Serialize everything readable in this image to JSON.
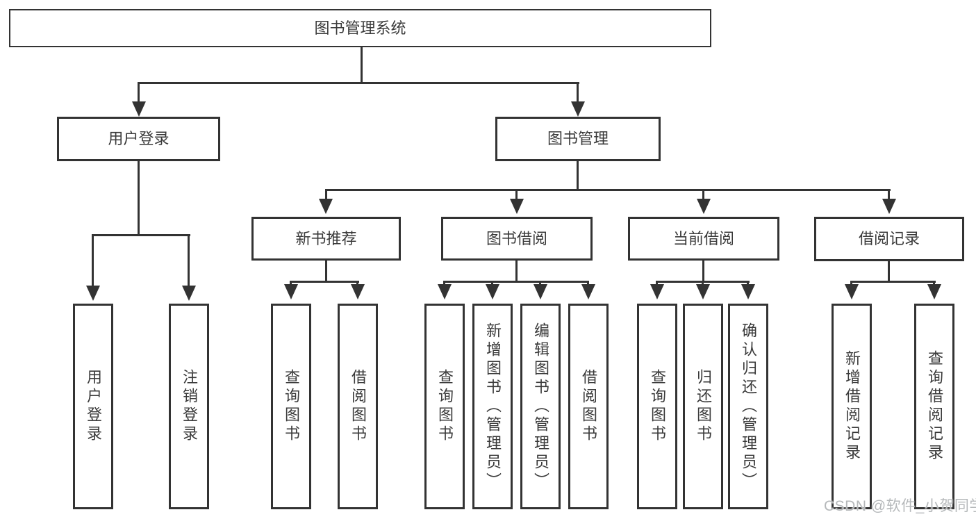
{
  "root": {
    "label": "图书管理系统"
  },
  "user_login": {
    "label": "用户登录",
    "children": [
      "用户登录",
      "注销登录"
    ]
  },
  "book_management": {
    "label": "图书管理"
  },
  "modules": [
    {
      "label": "新书推荐",
      "children": [
        "查询图书",
        "借阅图书"
      ]
    },
    {
      "label": "图书借阅",
      "children": [
        "查询图书",
        "新增图书（管理员）",
        "编辑图书（管理员）",
        "借阅图书"
      ]
    },
    {
      "label": "当前借阅",
      "children": [
        "查询图书",
        "归还图书",
        "确认归还（管理员）"
      ]
    },
    {
      "label": "借阅记录",
      "children": [
        "新增借阅记录",
        "查询借阅记录"
      ]
    }
  ],
  "watermark": "CSDN @软件_小贺同学",
  "colors": {
    "line": "#333333",
    "text": "#3a3a3a",
    "watermark": "#b5b8ba",
    "background": "#ffffff"
  }
}
